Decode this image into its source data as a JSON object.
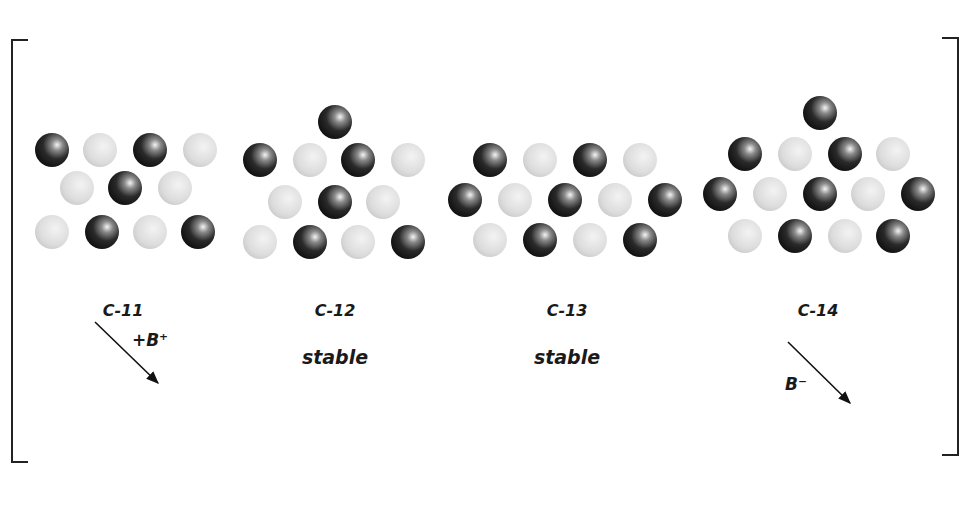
{
  "diagram": {
    "labels": [
      "C-11",
      "C-12",
      "C-13",
      "C-14",
      "+B⁺",
      "stable",
      "stable",
      "B⁻"
    ]
  }
}
